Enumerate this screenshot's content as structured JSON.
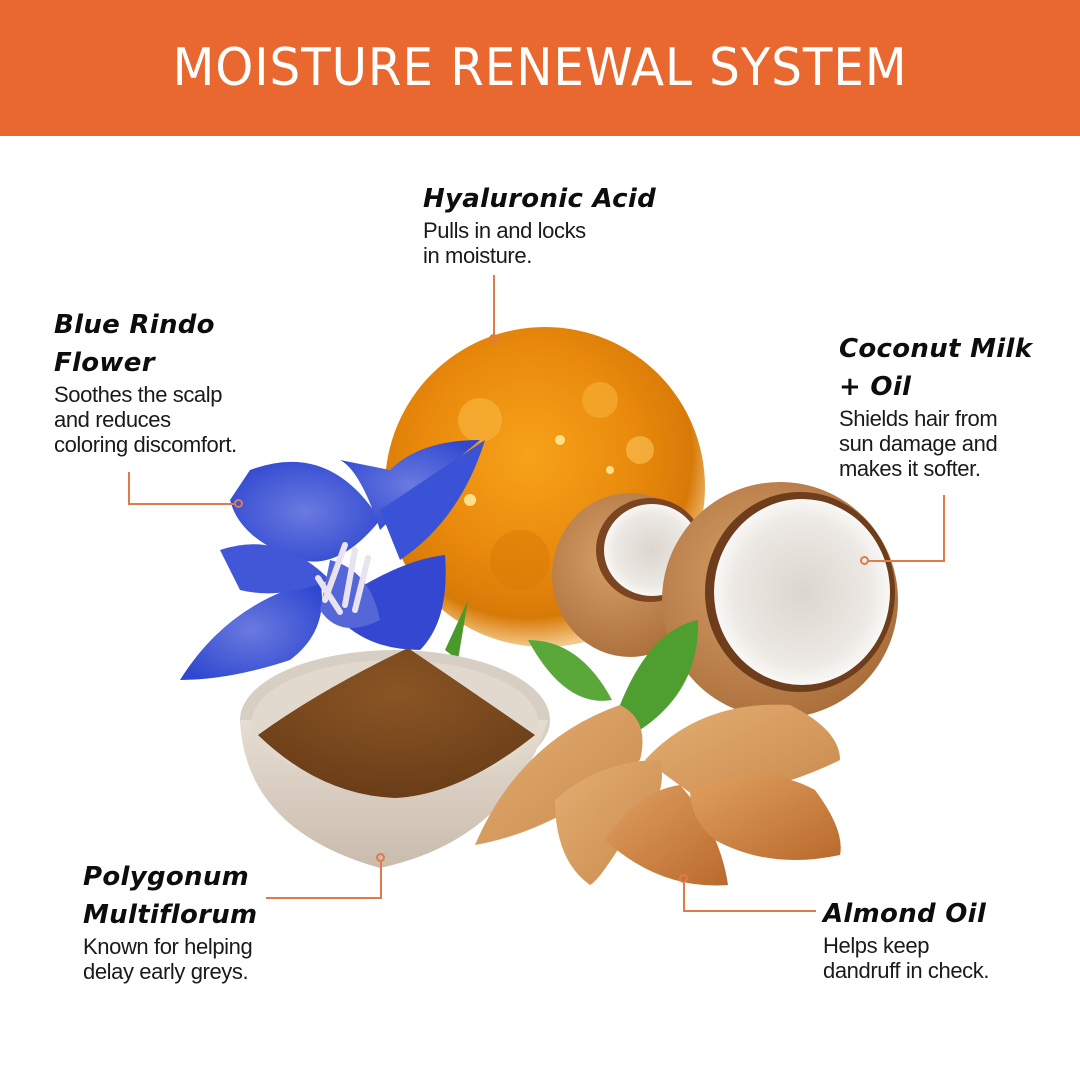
{
  "header": {
    "title": "MOISTURE RENEWAL SYSTEM",
    "background_color": "#e8682f",
    "text_color": "#ffffff"
  },
  "accent_color": "#e07a4a",
  "ingredients": [
    {
      "id": "hyaluronic-acid",
      "name": "Hyaluronic Acid",
      "description_lines": [
        "Pulls in and locks",
        "in moisture."
      ],
      "image": "golden-gel-sphere"
    },
    {
      "id": "blue-rindo-flower",
      "name_lines": [
        "Blue Rindo",
        "Flower"
      ],
      "description_lines": [
        "Soothes the scalp",
        "and reduces",
        "coloring discomfort."
      ],
      "image": "blue-bellflower"
    },
    {
      "id": "coconut-milk-oil",
      "name_lines": [
        "Coconut Milk",
        "+ Oil"
      ],
      "description_lines": [
        "Shields hair from",
        "sun damage and",
        "makes it softer."
      ],
      "image": "halved-coconuts"
    },
    {
      "id": "polygonum-multiflorum",
      "name_lines": [
        "Polygonum",
        "Multiflorum"
      ],
      "description_lines": [
        "Known for helping",
        "delay early greys."
      ],
      "image": "brown-powder-bowl"
    },
    {
      "id": "almond-oil",
      "name": "Almond Oil",
      "description_lines": [
        "Helps keep",
        "dandruff in check."
      ],
      "image": "almonds"
    }
  ]
}
